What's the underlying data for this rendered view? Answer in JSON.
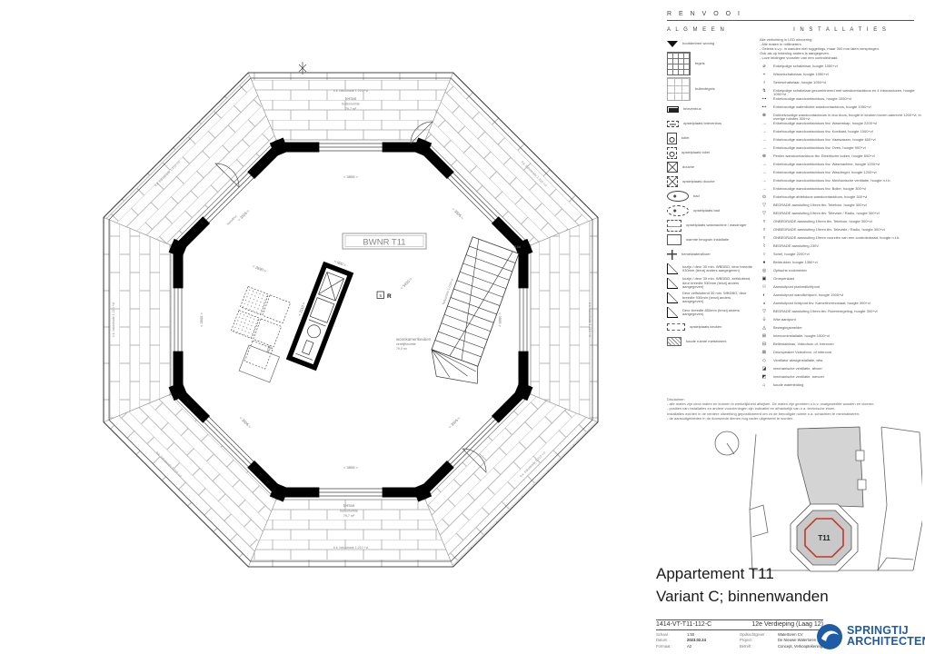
{
  "plan": {
    "bwnr": "BWNR T11",
    "room_name": "woonkamer/keuken",
    "room_type": "verblijfsruimte",
    "room_area": "79,0 m²",
    "terras_name": "terras",
    "terras_type": "buitenruimte",
    "terras_area": "79,7 m²",
    "balustrade": "b.k. balustrade 1.210 +vl",
    "stair_balustrade": "balustrade 1.010+vl",
    "side_dim": "< 3505 >",
    "dim_900": "< 900 >",
    "dim_2110": "< 2110 >",
    "dim_2690": "< 2690 >",
    "dim_3686": "3686",
    "dim_5430": "< 5430 >",
    "door_label": "loopdeur",
    "ref_115a": "115A",
    "ref_box": "5",
    "ref_r": "R"
  },
  "legend": {
    "title": "R E N V O O I",
    "algemeen_title": "A L G M E E N",
    "installaties_title": "I N S T A L L A T I E S",
    "algemeen": [
      {
        "icon": "triangle-down",
        "label": "hoofdentree woning"
      },
      {
        "icon": "grid",
        "label": "tegels"
      },
      {
        "icon": "grid-light",
        "label": "buitentegels"
      },
      {
        "icon": "mailbox",
        "label": "brievenbus"
      },
      {
        "icon": "mailbox-dashed",
        "label": "opstelplaats brievenbus"
      },
      {
        "icon": "toilet",
        "label": "toilet"
      },
      {
        "icon": "toilet-dashed",
        "label": "opstelplaats toilet"
      },
      {
        "icon": "douche",
        "label": "douche"
      },
      {
        "icon": "douche-dashed",
        "label": "opstelplaats douche"
      },
      {
        "icon": "oval",
        "label": "bad"
      },
      {
        "icon": "oval-dashed",
        "label": "opstelplaats bad"
      },
      {
        "icon": "stack-dashed",
        "label": "opstelplaats wasmachine / wasdroger"
      },
      {
        "icon": "box",
        "label": "warmte terugwin installatie"
      },
      {
        "icon": "cross",
        "label": "hemelwaterafvoer"
      },
      {
        "icon": "door-a",
        "label": "kozijn / deur 30 min. WBDBO, deur breedte 930mm (tenzij anders aangegeven)"
      },
      {
        "icon": "door-b",
        "label": "kozijn / deur 30 min. WBDBO, zelfsluitend, deur breedte 930mm (tenzij anders aangegeven)"
      },
      {
        "icon": "door-c",
        "label": "Deur zelfsluitend 30 min. WBDBO, deur breedte 930mm (tenzij anders aangegeven)"
      },
      {
        "icon": "door-d",
        "label": "Deur breedte 850mm (tenzij anders aangegeven)"
      },
      {
        "icon": "wide-dashed",
        "label": "opstelplaats keuken"
      },
      {
        "icon": "hatch",
        "label": "koude ruimte metselwerk"
      }
    ],
    "notes": [
      "Alle verlichting in LED uitvoering.",
      "- Alle maten in millimeters.",
      "- Geleira s.v.p. in wanden niet ruggelings, maar 300 mm laten verspringen.",
      "  Ook als op tekening anders is aangegeven.",
      "- Loze leidingen voorzien van een controledraad."
    ],
    "installaties": [
      {
        "glyph": "⌀",
        "label": "Enkelpolige schakelaar, hoogte 1050+vl"
      },
      {
        "glyph": "⌁",
        "label": "Wisselschakelaar, hoogte 1050+vl"
      },
      {
        "glyph": "≀",
        "label": "Serieschakelaar, hoogte 1050+vl"
      },
      {
        "glyph": "↯",
        "label": "Enkelpolige schakelaar gecombineerd met wandcontactdoos en 4 inbouwdozen, hoogte 1050+vl"
      },
      {
        "glyph": "⊶",
        "label": "Enkelvoudige wandcontactdoos, hoogte 1050+vl"
      },
      {
        "glyph": "⊷",
        "label": "Enkelvoudige waterdichte wandcontactdoos, hoogte 1050+vl"
      },
      {
        "glyph": "⊗",
        "label": "Dubbelvoudige wandcontactdoos in duo doos, hoogte in keuken boven aanrecht 1200+vl, in overige ruimtes 300+vl"
      },
      {
        "glyph": "→",
        "label": "Enkelvoudige wandcontactdoos tbv. Wasemkap, hoogte 2200+vl"
      },
      {
        "glyph": "→",
        "label": "Enkelvoudige wandcontactdoos tbv. Koelkast, hoogte 1000+vl"
      },
      {
        "glyph": "→",
        "label": "Enkelvoudige wandcontactdoos tbv. Vaatwasser, hoogte 600+vl"
      },
      {
        "glyph": "→",
        "label": "Enkelvoudige wandcontactdoos tbv. Oven, hoogte 900+vl"
      },
      {
        "glyph": "⊕",
        "label": "Perilex wandcontactdoos tbv. Elektrische koken, hoogte 600+vl"
      },
      {
        "glyph": "→",
        "label": "Enkelvoudige wandcontactdoos tbv. Wasmachine, hoogte 1200+vl"
      },
      {
        "glyph": "→",
        "label": "Enkelvoudige wandcontactdoos tbv. Wasdroger, hoogte 1200+vl"
      },
      {
        "glyph": "→",
        "label": "Enkelvoudige wandcontactdoos tbv. Mechanische ventilatie, hoogte n.t.b."
      },
      {
        "glyph": "→",
        "label": "Enkelvoudige wandcontactdoos tbv. Boiler, hoogte 300+vl"
      },
      {
        "glyph": "⊙",
        "label": "Enkelvoudige afdekdoos wandcontactdoos, hoogte 300+vl"
      },
      {
        "glyph": "▽",
        "label": "BEDRADE aansluiting 19mm tbv. Telefoon, hoogte 300+vl"
      },
      {
        "glyph": "▽",
        "label": "BEDRADE aansluiting 19mm tbv. Televisie / Radio, hoogte 300+vl"
      },
      {
        "glyph": "▿",
        "label": "ONBEDRADE aansluiting 19mm tbv. Telefoon, hoogte 300+vl"
      },
      {
        "glyph": "▿",
        "label": "ONBEDRADE aansluiting 19mm tbv. Televisie / Radio, hoogte 300+vl"
      },
      {
        "glyph": "▿",
        "label": "ONBEDRADE aansluiting 19mm voorzien van een controledraad, hoogte n.t.b."
      },
      {
        "glyph": "⌇",
        "label": "BEDRADE aansluiting 230V"
      },
      {
        "glyph": "○",
        "label": "Schel, hoogte 2200+vl"
      },
      {
        "glyph": "●",
        "label": "Beldrukker, hoogte 1350+vl"
      },
      {
        "glyph": "◎",
        "label": "Optische rookmelder"
      },
      {
        "glyph": "▣",
        "label": "Groepenkast"
      },
      {
        "glyph": "☉",
        "label": "Aansluitpunt plafondlichtpunt"
      },
      {
        "glyph": "◐",
        "label": "Aansluitpunt wandlichtpunt, hoogte 1900+vl"
      },
      {
        "glyph": "◒",
        "label": "Aansluitpunt lichtpunt tbv. Kamerthermostaat, hoogte 300+vl"
      },
      {
        "glyph": "▽",
        "label": "BEDRADE aansluiting 19mm tbv. Ruimteregeling, hoogte 300+vl"
      },
      {
        "glyph": "⏚",
        "label": "Wtw aardpunt"
      },
      {
        "glyph": "◬",
        "label": "Bewegingsmelder"
      },
      {
        "glyph": "⊞",
        "label": "Intercominstallatie, hoogte 1500+vl"
      },
      {
        "glyph": "⊟",
        "label": "Bellentableau, Videofoon of. Intercom"
      },
      {
        "glyph": "⊠",
        "label": "Deurspeaker Videofoon- of intercom"
      },
      {
        "glyph": "◇",
        "label": "Ventilator afzuiginstallatie, wtw"
      },
      {
        "glyph": "◪",
        "label": "mechanische ventilatie, afvoer"
      },
      {
        "glyph": "◩",
        "label": "mechanische ventilatie, toevoer"
      },
      {
        "glyph": "⌂",
        "label": "koude waterleiding"
      }
    ],
    "disclaimer": [
      "Disclaimer:",
      "- alle maten zijn circa maten en kunnen in werkelijkheid afwijken. De maten zijn gemeten o.b.v. onafgewerkte wanden en vloeren;",
      "- posities van installaties en andere voorzieningen zijn indicatief en afhankelijk van o.a. technische eisen.",
      "  Installaties worden in de verdere uitwerking gepositioneerd om zo de benodigde ruimte o.a. schachten te minimaliseren;",
      "- de aansluitgebieden in de doorsnede dienen nog nader uitgewerkt te worden."
    ]
  },
  "siteplan": {
    "unit_label": "T11",
    "unit_outline_color": "#c0392b"
  },
  "titles": {
    "line1": "Appartement T11",
    "line2": "Variant C; binnenwanden"
  },
  "titleblock": {
    "doc_number": "1414-VT-T11-112-C",
    "sheet_name": "12e Verdieping (Laag 12)",
    "schaal_label": "Schaal",
    "schaal": "1:50",
    "datum_label": "Datum",
    "datum": "2023.02.24",
    "formaat_label": "Formaat",
    "formaat": "A2",
    "opdrachtgever_label": "Opdrachtgever",
    "opdrachtgever": "Watertoren CV",
    "project_label": "Project",
    "project": "De Nieuwe Watertoren / Villa Marie",
    "betreft_label": "Betreft",
    "betreft": "Concept, Verkooptekeningen"
  },
  "logo": {
    "line1": "SPRINGTIJ",
    "line2": "ARCHITECTEN",
    "color": "#1e5ca6"
  }
}
